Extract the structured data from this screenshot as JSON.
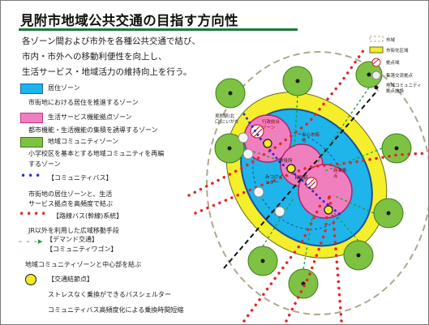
{
  "title": "見附市地域公共交通の目指す方向性",
  "intro": [
    "各ゾーン間および市外を各種公共交通で結び、",
    "市内・市外への移動利便性を向上し、",
    "生活サービス・地域活力の維持向上を行う。"
  ],
  "legend": {
    "residential": {
      "label": "居住ゾーン",
      "desc": "市街地における居住を推進するゾーン",
      "color": "#19b6ef"
    },
    "hub": {
      "label": "生活サービス機能拠点ゾーン",
      "desc": "都市機能・生活機能の集積を誘導するゾーン",
      "color": "#f07fbf"
    },
    "community": {
      "label": "地域コミュニティゾーン",
      "desc1": "小学校区を基本とする地域コミュニティを再編",
      "desc2": "するゾーン",
      "color": "#7dc242"
    },
    "bus": {
      "label": "【コミュニティバス】",
      "desc1": "市街地の居住ゾーンと、生活",
      "desc2": "サービス拠点を高頻度で結ぶ",
      "color": "#2b2bd6"
    },
    "route_bus": {
      "label": "【路線バス(幹線)系統】",
      "desc": "JR以外を利用した広域移動手段",
      "color": "#e3262a"
    },
    "demand": {
      "label1": "【デマンド交通】",
      "label2": "【コミュニティワゴン】",
      "desc": "地域コミュニティゾーンと中心部を結ぶ",
      "color": "#1e9a3a"
    },
    "node": {
      "label": "【交通結節点】",
      "desc1": "ストレスなく乗換ができるバスシェルター",
      "desc2": "コミュニティバス高頻度化による乗換時間短縮",
      "color": "#f2ea22"
    }
  },
  "map_legend": {
    "city": "市域",
    "urban": "市街化区域",
    "hub_zone": "拠点域",
    "school": "集落交流拠点",
    "community_hub": "地域コミュニティ拠点施設"
  },
  "map_labels": {
    "west_station": "見附駅(北口)にいがた",
    "hub_a": "行政総合ゾーン",
    "hub_b": "中心市街地",
    "center": "市役所",
    "station": "見附駅",
    "south": "みつけインター",
    "east": "商業拠点"
  }
}
